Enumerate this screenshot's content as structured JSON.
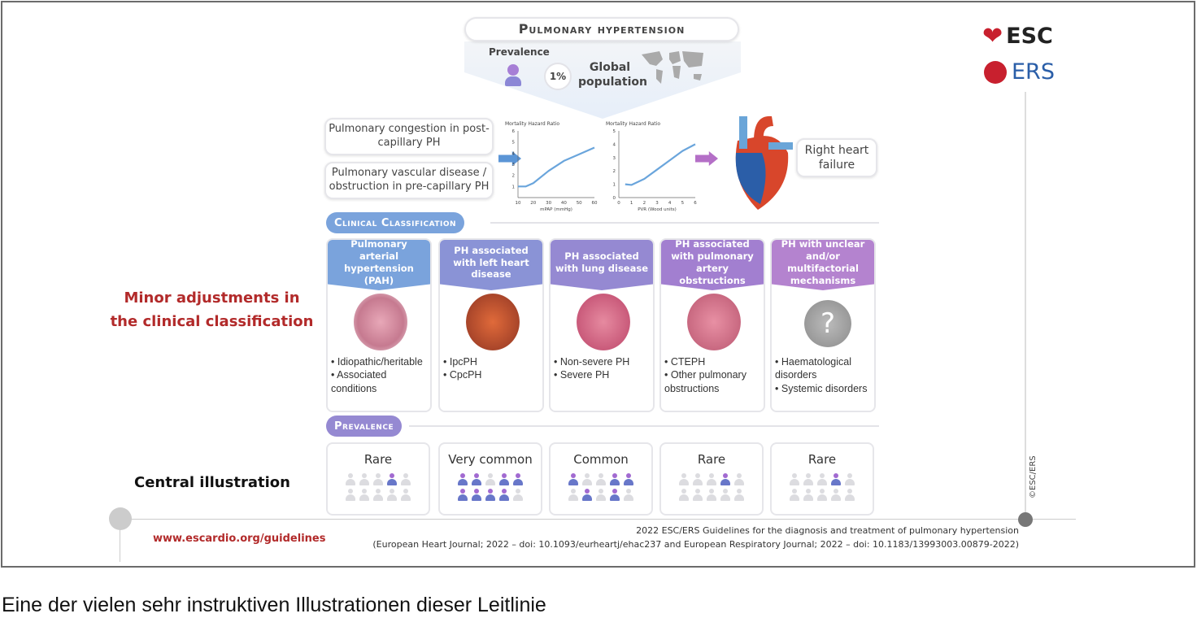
{
  "header": {
    "title": "Pulmonary hypertension",
    "prevalence_label": "Prevalence",
    "percent": "1%",
    "global_population": "Global population"
  },
  "logos": {
    "esc": "ESC",
    "ers": "ERS"
  },
  "left_boxes": [
    "Pulmonary congestion in post-capillary PH",
    "Pulmonary vascular disease / obstruction in pre-capillary PH"
  ],
  "right_box": "Right heart failure",
  "charts": [
    {
      "type": "line",
      "title": "Mortality Hazard Ratio",
      "xlabel": "mPAP (mmHg)",
      "xticks": [
        10,
        20,
        30,
        40,
        50,
        60
      ],
      "yticks": [
        1,
        2,
        3,
        4,
        5,
        6
      ],
      "xlim": [
        10,
        60
      ],
      "ylim": [
        0,
        6
      ],
      "x": [
        10,
        15,
        20,
        30,
        40,
        50,
        60
      ],
      "y": [
        1.0,
        1.0,
        1.3,
        2.4,
        3.3,
        3.9,
        4.5
      ]
    },
    {
      "type": "line",
      "title": "Mortality Hazard Ratio",
      "xlabel": "PVR (Wood units)",
      "xticks": [
        0,
        1,
        2,
        3,
        4,
        5,
        6
      ],
      "yticks": [
        0,
        1,
        2,
        3,
        4,
        5
      ],
      "xlim": [
        0,
        6
      ],
      "ylim": [
        0,
        5
      ],
      "x": [
        0.5,
        1,
        2,
        3,
        4,
        5,
        6
      ],
      "y": [
        1.0,
        0.95,
        1.4,
        2.1,
        2.8,
        3.5,
        4.0
      ]
    }
  ],
  "classification_label": "Clinical Classification",
  "prevalence_section_label": "Prevalence",
  "side_note": "Minor adjustments in the clinical classification",
  "central_label": "Central illustration",
  "url": "www.escardio.org/guidelines",
  "copyright": "©ESC/ERS",
  "groups": [
    {
      "title": "Pulmonary arterial hypertension (PAH)",
      "color": "#7aa3dc",
      "items": [
        "Idiopathic/heritable",
        "Associated conditions"
      ],
      "prevalence": "Rare",
      "highlighted": [
        3
      ]
    },
    {
      "title": "PH associated with left heart disease",
      "color": "#8a93d6",
      "items": [
        "IpcPH",
        "CpcPH"
      ],
      "prevalence": "Very common",
      "highlighted": [
        0,
        1,
        3,
        4,
        5,
        6,
        7,
        8
      ]
    },
    {
      "title": "PH associated with lung disease",
      "color": "#9589d2",
      "items": [
        "Non-severe PH",
        "Severe PH"
      ],
      "prevalence": "Common",
      "highlighted": [
        0,
        3,
        4,
        6,
        8
      ]
    },
    {
      "title": "PH associated with pulmonary artery obstructions",
      "color": "#a27fd0",
      "items": [
        "CTEPH",
        "Other pulmonary obstructions"
      ],
      "prevalence": "Rare",
      "highlighted": [
        3
      ]
    },
    {
      "title": "PH with unclear and/or multifactorial mechanisms",
      "color": "#b483cf",
      "items": [
        "Haematological disorders",
        "Systemic disorders"
      ],
      "prevalence": "Rare",
      "highlighted": [
        3
      ]
    }
  ],
  "citation": {
    "line1": "2022 ESC/ERS Guidelines for the diagnosis and treatment of pulmonary hypertension",
    "line2": "(European Heart Journal; 2022 – doi: 10.1093/eurheartj/ehac237 and European Respiratory Journal; 2022 – doi: 10.1183/13993003.00879-2022)"
  },
  "caption": "Eine der vielen sehr instruktiven Illustrationen dieser Leitlinie"
}
